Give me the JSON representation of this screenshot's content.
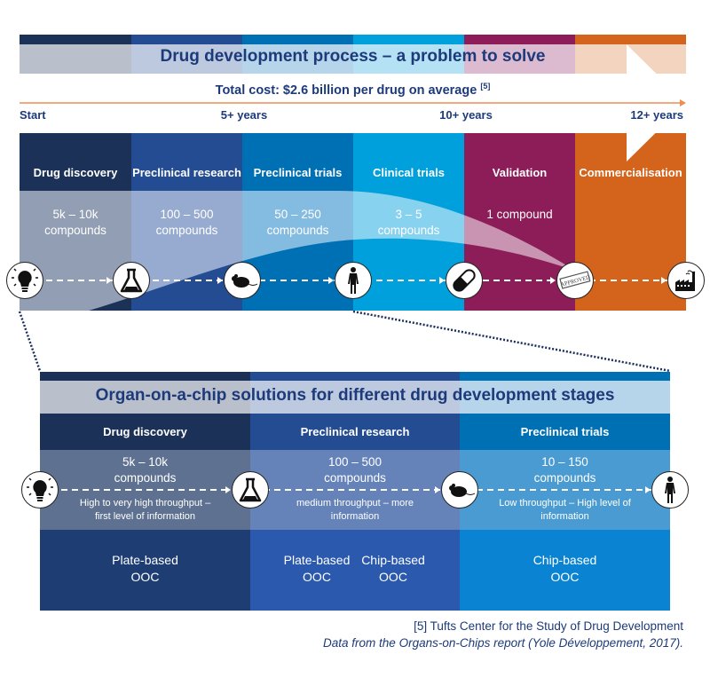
{
  "top_section": {
    "title": "Drug development process – a problem to solve",
    "subtitle": "Total cost: $2.6 billion per drug on average",
    "subtitle_ref": "[5]",
    "timeline": [
      "Start",
      "5+ years",
      "10+ years",
      "12+ years"
    ],
    "stages": [
      {
        "name": "Drug discovery",
        "count": "5k – 10k",
        "unit": "compounds",
        "color": "#1b3158",
        "band": "#b9c0cc",
        "overlay": "#5f7190"
      },
      {
        "name": "Preclinical research",
        "count": "100 – 500",
        "unit": "compounds",
        "color": "#244c92",
        "band": "#bcc9df",
        "overlay": "#6583b8"
      },
      {
        "name": "Preclinical trials",
        "count": "50 – 250",
        "unit": "compounds",
        "color": "#0070b4",
        "band": "#b6d4ea",
        "overlay": "#4a9bd1"
      },
      {
        "name": "Clinical trials",
        "count": "3 – 5",
        "unit": "compounds",
        "color": "#00a0dc",
        "band": "#b5e1f4",
        "overlay": "#4fbde8"
      },
      {
        "name": "Validation",
        "count": "1 compound",
        "unit": "",
        "color": "#8c1d58",
        "band": "#dcbad0",
        "overlay": "#b0628e"
      },
      {
        "name": "Commercialisation",
        "count": "",
        "unit": "",
        "color": "#d4641c",
        "band": "#f2d4bf",
        "overlay": ""
      }
    ],
    "icons": [
      "lightbulb-icon",
      "flask-icon",
      "mouse-icon",
      "human-icon",
      "pill-icon",
      "approved-stamp-icon",
      "factory-icon"
    ],
    "approved_label": "APPROVED"
  },
  "bottom_section": {
    "title": "Organ-on-a-chip solutions for different drug development stages",
    "stages": [
      {
        "name": "Drug discovery",
        "count": "5k – 10k",
        "unit": "compounds",
        "throughput": [
          "High to very high throughput –",
          "first level of information"
        ],
        "solutions": [
          [
            "Plate-based",
            "OOC"
          ]
        ],
        "color": "#1b3158",
        "band": "#b9c0cc",
        "info": "#5f7190",
        "ooc": "#1e3d73"
      },
      {
        "name": "Preclinical research",
        "count": "100 – 500",
        "unit": "compounds",
        "throughput": [
          "medium throughput – more",
          "information"
        ],
        "solutions": [
          [
            "Plate-based",
            "OOC"
          ],
          [
            "Chip-based",
            "OOC"
          ]
        ],
        "color": "#244c92",
        "band": "#bcc9df",
        "info": "#6583b8",
        "ooc": "#2a59ad"
      },
      {
        "name": "Preclinical trials",
        "count": "10 – 150",
        "unit": "compounds",
        "throughput": [
          "Low throughput – High level of",
          "information"
        ],
        "solutions": [
          [
            "Chip-based",
            "OOC"
          ]
        ],
        "color": "#0070b4",
        "band": "#b6d4ea",
        "info": "#4a9bd1",
        "ooc": "#0a84d2"
      }
    ],
    "icons": [
      "lightbulb-icon",
      "flask-icon",
      "mouse-icon",
      "human-icon"
    ]
  },
  "footnotes": {
    "ref": "[5] Tufts Center for the Study of Drug Development",
    "source": "Data from the Organs-on-Chips report (Yole Développement, 2017)."
  }
}
